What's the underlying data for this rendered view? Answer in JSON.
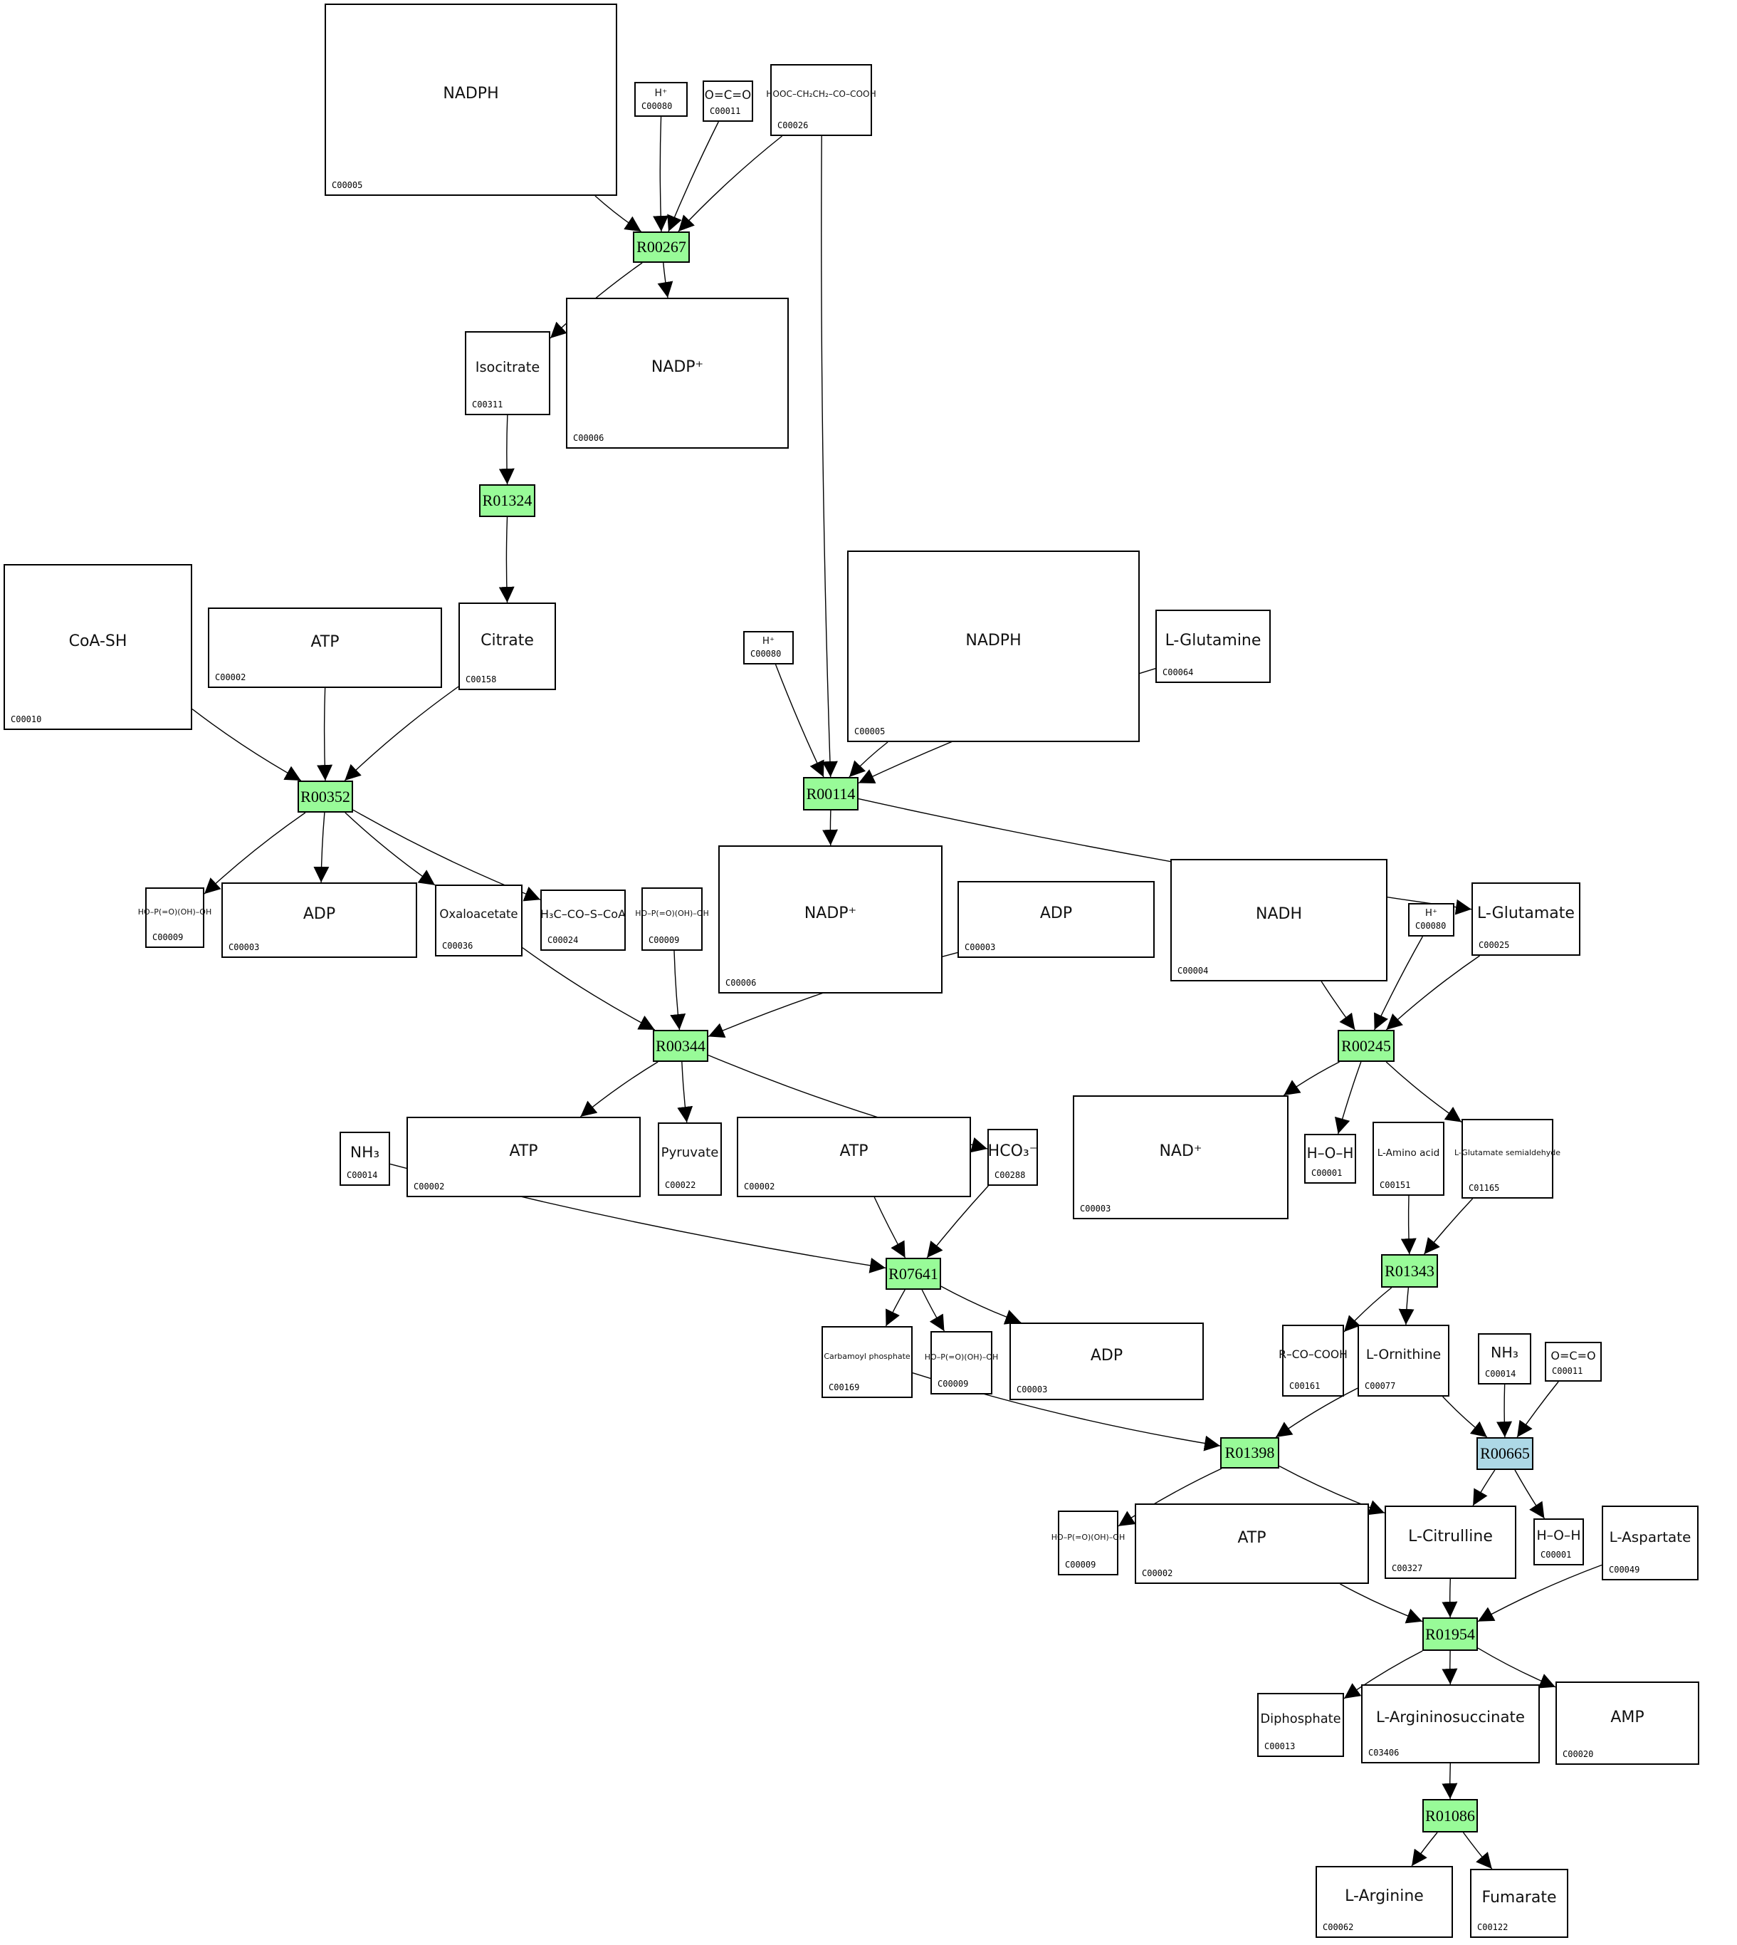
{
  "colors": {
    "reaction_default": "#98fb98",
    "reaction_highlight": "#add8e6",
    "edge": "#000000"
  },
  "reactions": [
    {
      "id": "r1",
      "label": "R00267",
      "state": "default"
    },
    {
      "id": "r2",
      "label": "R01324",
      "state": "default"
    },
    {
      "id": "r3",
      "label": "R00352",
      "state": "default"
    },
    {
      "id": "r4",
      "label": "R00114",
      "state": "default"
    },
    {
      "id": "r5",
      "label": "R00344",
      "state": "default"
    },
    {
      "id": "r6",
      "label": "R00245",
      "state": "default"
    },
    {
      "id": "r7",
      "label": "R07641",
      "state": "default"
    },
    {
      "id": "r8",
      "label": "R01343",
      "state": "default"
    },
    {
      "id": "r9",
      "label": "R01398",
      "state": "default"
    },
    {
      "id": "r10",
      "label": "R00665",
      "state": "highlight"
    },
    {
      "id": "r11",
      "label": "R01954",
      "state": "default"
    },
    {
      "id": "r12",
      "label": "R01086",
      "state": "default"
    }
  ],
  "compounds": [
    {
      "id": "c1",
      "label": "C00005",
      "structure": "NADPH"
    },
    {
      "id": "c2",
      "label": "C00080",
      "structure": "H⁺"
    },
    {
      "id": "c3",
      "label": "C00011",
      "structure": "O=C=O"
    },
    {
      "id": "c4",
      "label": "C00026",
      "structure": "HOOC–CH₂CH₂–CO–COOH"
    },
    {
      "id": "c5",
      "label": "C00311",
      "structure": "Isocitrate"
    },
    {
      "id": "c6",
      "label": "C00006",
      "structure": "NADP⁺"
    },
    {
      "id": "c7",
      "label": "C00010",
      "structure": "CoA-SH"
    },
    {
      "id": "c8",
      "label": "C00002",
      "structure": "ATP"
    },
    {
      "id": "c9",
      "label": "C00158",
      "structure": "Citrate"
    },
    {
      "id": "c10",
      "label": "C00080",
      "structure": "H⁺"
    },
    {
      "id": "c11",
      "label": "C00005",
      "structure": "NADPH"
    },
    {
      "id": "c12",
      "label": "C00064",
      "structure": "L-Glutamine"
    },
    {
      "id": "c13",
      "label": "C00009",
      "structure": "HO–P(=O)(OH)–OH"
    },
    {
      "id": "c14",
      "label": "C00003",
      "structure": "ADP"
    },
    {
      "id": "c15",
      "label": "C00036",
      "structure": "Oxaloacetate"
    },
    {
      "id": "c16",
      "label": "C00024",
      "structure": "H₃C–CO–S–CoA"
    },
    {
      "id": "c17",
      "label": "C00009",
      "structure": "HO–P(=O)(OH)–OH"
    },
    {
      "id": "c18",
      "label": "C00006",
      "structure": "NADP⁺"
    },
    {
      "id": "c19",
      "label": "C00003",
      "structure": "ADP"
    },
    {
      "id": "c20",
      "label": "C00004",
      "structure": "NADH"
    },
    {
      "id": "c21",
      "label": "C00080",
      "structure": "H⁺"
    },
    {
      "id": "c22",
      "label": "C00025",
      "structure": "L-Glutamate"
    },
    {
      "id": "c23",
      "label": "C00014",
      "structure": "NH₃"
    },
    {
      "id": "c24",
      "label": "C00002",
      "structure": "ATP"
    },
    {
      "id": "c25",
      "label": "C00022",
      "structure": "Pyruvate"
    },
    {
      "id": "c26",
      "label": "C00002",
      "structure": "ATP"
    },
    {
      "id": "c27",
      "label": "C00288",
      "structure": "HCO₃⁻"
    },
    {
      "id": "c28",
      "label": "C00003",
      "structure": "NAD⁺"
    },
    {
      "id": "c29",
      "label": "C00001",
      "structure": "H–O–H"
    },
    {
      "id": "c30",
      "label": "C00151",
      "structure": "L-Amino acid"
    },
    {
      "id": "c31",
      "label": "C01165",
      "structure": "L-Glutamate semialdehyde"
    },
    {
      "id": "c32",
      "label": "C00169",
      "structure": "Carbamoyl phosphate"
    },
    {
      "id": "c33",
      "label": "C00009",
      "structure": "HO–P(=O)(OH)–OH"
    },
    {
      "id": "c34",
      "label": "C00003",
      "structure": "ADP"
    },
    {
      "id": "c35",
      "label": "C00161",
      "structure": "R–CO–COOH"
    },
    {
      "id": "c36",
      "label": "C00077",
      "structure": "L-Ornithine"
    },
    {
      "id": "c37",
      "label": "C00014",
      "structure": "NH₃"
    },
    {
      "id": "c38",
      "label": "C00011",
      "structure": "O=C=O"
    },
    {
      "id": "c39",
      "label": "C00009",
      "structure": "HO–P(=O)(OH)–OH"
    },
    {
      "id": "c40",
      "label": "C00002",
      "structure": "ATP"
    },
    {
      "id": "c41",
      "label": "C00327",
      "structure": "L-Citrulline"
    },
    {
      "id": "c42",
      "label": "C00001",
      "structure": "H–O–H"
    },
    {
      "id": "c43",
      "label": "C00049",
      "structure": "L-Aspartate"
    },
    {
      "id": "c44",
      "label": "C00013",
      "structure": "Diphosphate"
    },
    {
      "id": "c45",
      "label": "C03406",
      "structure": "L-Argininosuccinate"
    },
    {
      "id": "c46",
      "label": "C00020",
      "structure": "AMP"
    },
    {
      "id": "c47",
      "label": "C00062",
      "structure": "L-Arginine"
    },
    {
      "id": "c48",
      "label": "C00122",
      "structure": "Fumarate"
    }
  ],
  "edges": [
    [
      "c1",
      "r1"
    ],
    [
      "c2",
      "r1"
    ],
    [
      "c3",
      "r1"
    ],
    [
      "c4",
      "r1"
    ],
    [
      "r1",
      "c5"
    ],
    [
      "r1",
      "c6"
    ],
    [
      "c5",
      "r2"
    ],
    [
      "r2",
      "c9"
    ],
    [
      "c7",
      "r3"
    ],
    [
      "c8",
      "r3"
    ],
    [
      "c9",
      "r3"
    ],
    [
      "r3",
      "c13"
    ],
    [
      "r3",
      "c14"
    ],
    [
      "r3",
      "c15"
    ],
    [
      "r3",
      "c16"
    ],
    [
      "c4",
      "r4"
    ],
    [
      "c10",
      "r4"
    ],
    [
      "c11",
      "r4"
    ],
    [
      "c12",
      "r4"
    ],
    [
      "r4",
      "c18"
    ],
    [
      "r4",
      "c22"
    ],
    [
      "c15",
      "r5"
    ],
    [
      "c17",
      "r5"
    ],
    [
      "c19",
      "r5"
    ],
    [
      "r5",
      "c24"
    ],
    [
      "r5",
      "c25"
    ],
    [
      "r5",
      "c27"
    ],
    [
      "c20",
      "r6"
    ],
    [
      "c21",
      "r6"
    ],
    [
      "c22",
      "r6"
    ],
    [
      "r6",
      "c28"
    ],
    [
      "r6",
      "c29"
    ],
    [
      "r6",
      "c31"
    ],
    [
      "c23",
      "r7"
    ],
    [
      "c26",
      "r7"
    ],
    [
      "c27",
      "r7"
    ],
    [
      "r7",
      "c32"
    ],
    [
      "r7",
      "c33"
    ],
    [
      "r7",
      "c34"
    ],
    [
      "c30",
      "r8"
    ],
    [
      "c31",
      "r8"
    ],
    [
      "r8",
      "c35"
    ],
    [
      "r8",
      "c36"
    ],
    [
      "c32",
      "r9"
    ],
    [
      "c36",
      "r9"
    ],
    [
      "r9",
      "c39"
    ],
    [
      "r9",
      "c41"
    ],
    [
      "c36",
      "r10"
    ],
    [
      "c37",
      "r10"
    ],
    [
      "c38",
      "r10"
    ],
    [
      "r10",
      "c41"
    ],
    [
      "r10",
      "c42"
    ],
    [
      "c40",
      "r11"
    ],
    [
      "c41",
      "r11"
    ],
    [
      "c43",
      "r11"
    ],
    [
      "r11",
      "c44"
    ],
    [
      "r11",
      "c45"
    ],
    [
      "r11",
      "c46"
    ],
    [
      "c45",
      "r12"
    ],
    [
      "r12",
      "c47"
    ],
    [
      "r12",
      "c48"
    ]
  ]
}
